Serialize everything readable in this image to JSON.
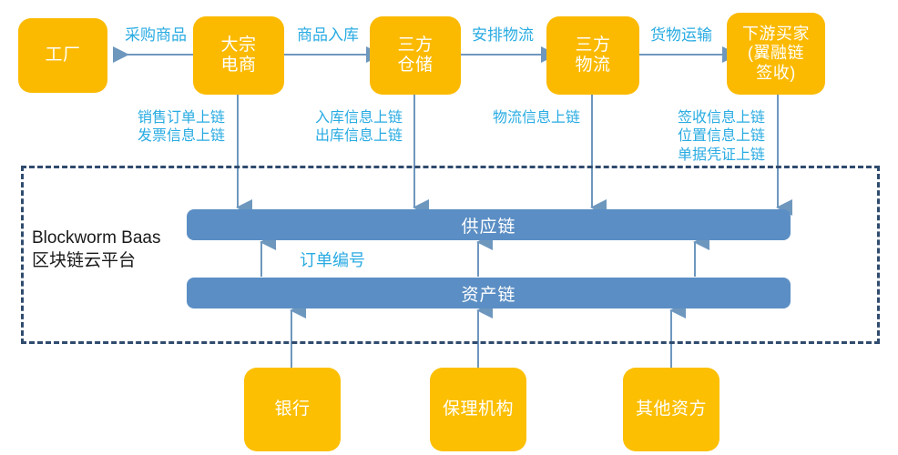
{
  "diagram": {
    "title_platform": "Blockworm Baas\n区块链云平台",
    "colors": {
      "node_orange": "#FBBA00",
      "chain_blue": "#5B8EC4",
      "annotation_blue": "#29ABE2",
      "dashed_border": "#2F4B6E",
      "arrow": "#6E97BE",
      "background": "#FFFFFF"
    },
    "top_nodes": [
      {
        "id": "factory",
        "label": "工厂"
      },
      {
        "id": "bulk-ecom",
        "label": "大宗\n电商"
      },
      {
        "id": "warehouse",
        "label": "三方\n仓储"
      },
      {
        "id": "logistics",
        "label": "三方\n物流"
      },
      {
        "id": "buyer",
        "label": "下游买家\n(翼融链\n签收)"
      }
    ],
    "flow_labels": [
      {
        "id": "purchase",
        "label": "采购商品"
      },
      {
        "id": "inbound",
        "label": "商品入库"
      },
      {
        "id": "arrange",
        "label": "安排物流"
      },
      {
        "id": "transport",
        "label": "货物运输"
      }
    ],
    "onchain_labels": [
      {
        "id": "sales",
        "label": "销售订单上链\n发票信息上链"
      },
      {
        "id": "warehouse",
        "label": "入库信息上链\n出库信息上链"
      },
      {
        "id": "logistics",
        "label": "物流信息上链"
      },
      {
        "id": "receipt",
        "label": "签收信息上链\n位置信息上链\n单据凭证上链"
      }
    ],
    "chains": [
      {
        "id": "supply-chain",
        "label": "供应链"
      },
      {
        "id": "asset-chain",
        "label": "资产链"
      }
    ],
    "inter_chain_label": "订单编号",
    "bottom_nodes": [
      {
        "id": "bank",
        "label": "银行"
      },
      {
        "id": "factoring",
        "label": "保理机构"
      },
      {
        "id": "other-fin",
        "label": "其他资方"
      }
    ]
  }
}
